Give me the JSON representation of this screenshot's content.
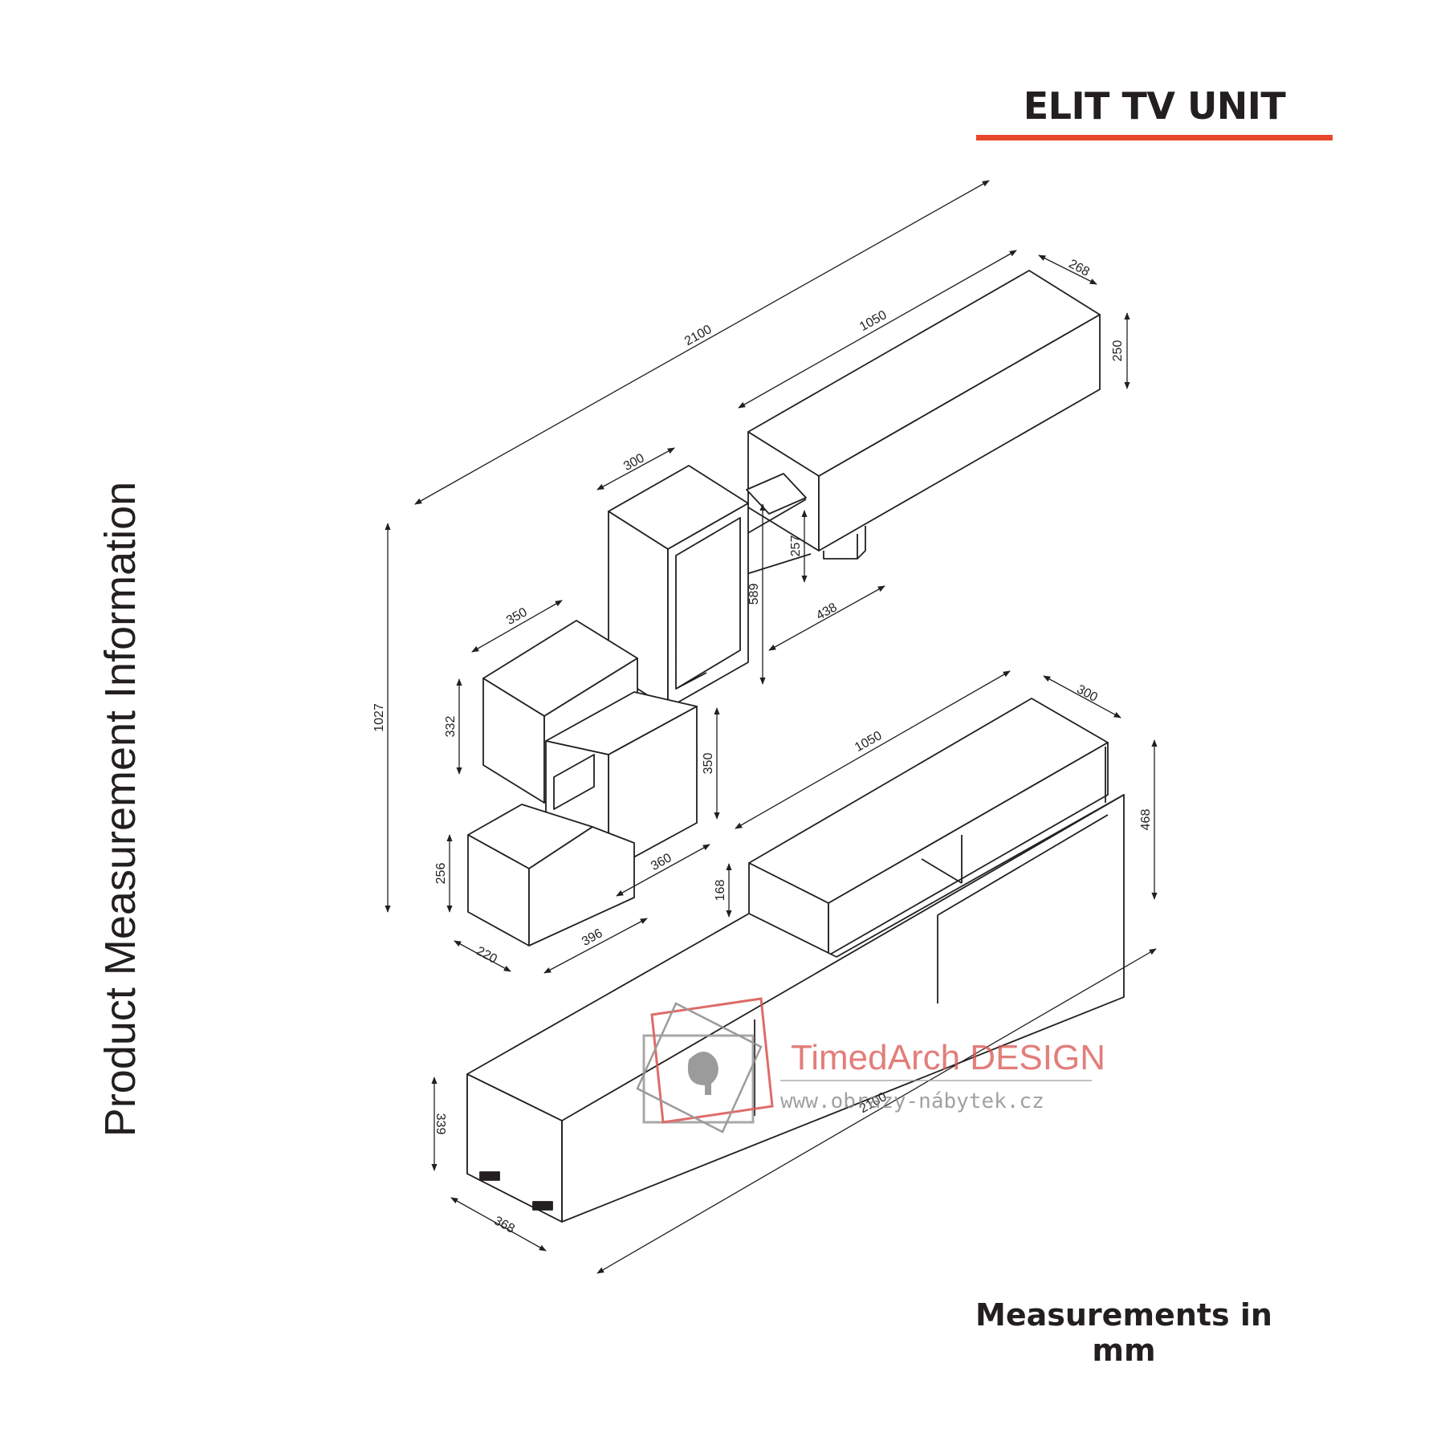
{
  "title": "ELIT TV UNIT",
  "side_title": "Product Measurement Information",
  "units_note": "Measurements in mm",
  "colors": {
    "accent": "#e8472a",
    "line": "#231f20",
    "watermark_red": "#d9534f",
    "watermark_grey": "#8a8a8a"
  },
  "watermark": {
    "brand": "TimedArch DESIGN",
    "url": "www.obrazy-nábytek.cz"
  },
  "dimensions": {
    "overall_width_top": "2100",
    "wall_cabinet_width": "1050",
    "wall_cabinet_depth": "268",
    "wall_cabinet_height": "250",
    "tall_box_width": "300",
    "tall_box_height": "589",
    "small_shelf_height": "257",
    "small_shelf_width": "438",
    "cube_width": "350",
    "cube_height": "332",
    "mid_box_height": "350",
    "mid_box_width": "360",
    "overall_height": "1027",
    "bottom_box_height": "256",
    "bottom_box_depth": "220",
    "bottom_box_width": "396",
    "tv_top_width": "1050",
    "tv_top_depth": "300",
    "tv_top_height": "168",
    "tv_right_height": "468",
    "tv_base_height": "339",
    "tv_base_depth": "368",
    "tv_base_width": "2100"
  }
}
